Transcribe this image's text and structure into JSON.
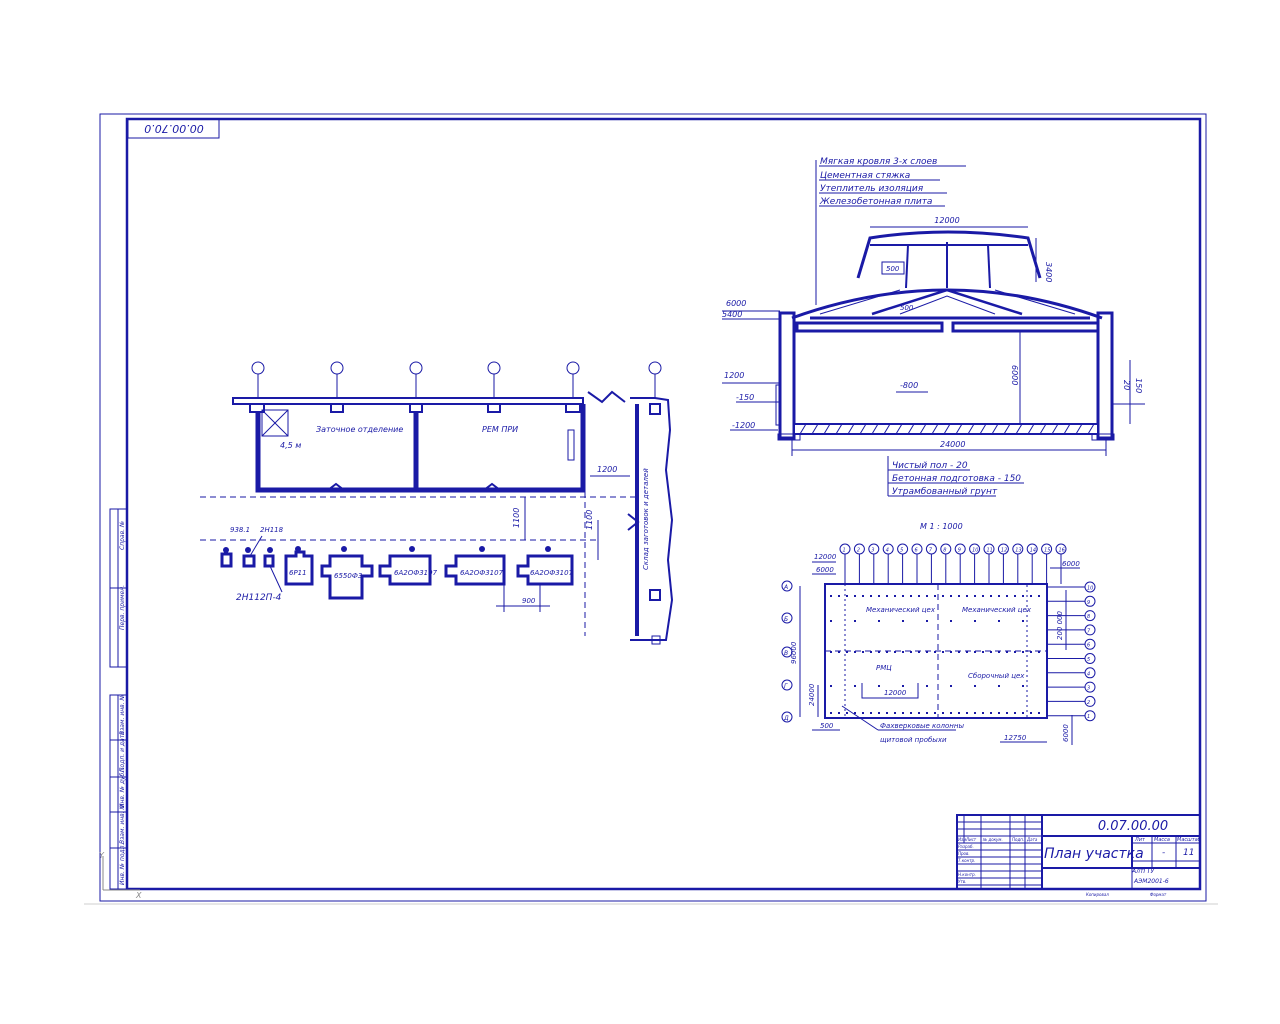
{
  "doc_code_corner": "00.00.70.0",
  "section": {
    "layers": [
      "Мягкая кровля 3-х слоев",
      "Цементная стяжка",
      "Утеплитель изоляция",
      "Железобетонная плита"
    ],
    "dims": {
      "span_top": "12000",
      "height_truss": "3400",
      "d500a": "500",
      "d500b": "500",
      "lvl_6000": "6000",
      "lvl_5400": "5400",
      "h_6000": "6000",
      "lvl_1200": "1200",
      "lvl_m150": "-150",
      "lvl_m1200": "-1200",
      "lvl_m800": "-800",
      "s20": "20",
      "s150": "150",
      "span_bottom": "24000"
    },
    "floor": [
      "Чистый пол - 20",
      "Бетонная подготовка - 150",
      "Утрамбованный грунт"
    ]
  },
  "plan_left": {
    "rooms": [
      "Заточное отделение",
      "РЕМ ПРИ"
    ],
    "hoist": "4,5 м",
    "dims": {
      "d1200": "1200",
      "d1100a": "1100",
      "d1100b": "1100",
      "d900": "900"
    },
    "machine_labels": [
      "938.1",
      "2Н118",
      "2Н112П-4",
      "6Р11",
      "6550Ф3",
      "6А2ОФ3107",
      "6А2ОФ3107",
      "6А2ОФ3107"
    ],
    "wall_note": "Склад заготовок и деталей"
  },
  "site_plan": {
    "scale": "М 1 : 1000",
    "cols": [
      "1",
      "2",
      "3",
      "4",
      "5",
      "6",
      "7",
      "8",
      "9",
      "10",
      "11",
      "12",
      "13",
      "14",
      "15",
      "16"
    ],
    "rows": [
      "А",
      "Б",
      "В",
      "Г",
      "Д"
    ],
    "right_rows": [
      "1",
      "2",
      "3",
      "4",
      "5",
      "6",
      "7",
      "8",
      "9",
      "10"
    ],
    "shops": [
      "Механический цех",
      "Механический цех",
      "РМЦ",
      "Сборочный цех"
    ],
    "dims": {
      "d12000": "12000",
      "d6000a": "6000",
      "d6000b": "6000",
      "d96000": "96000",
      "d24000": "24000",
      "d12000b": "12000",
      "d500": "500",
      "d12750": "12750",
      "d6000c": "6000",
      "d200000": "200 000"
    },
    "leader": [
      "Фахверковые колонны",
      "щитовой пробыхи"
    ]
  },
  "title_block": {
    "code": "0.07.00.00",
    "title": "План участка",
    "lit": "Лит",
    "mass": "Масса",
    "scale": "Масштаб",
    "sheet_count": "11",
    "dash": "-",
    "org1": "АлтГТУ",
    "org2": "АЭМ2001-6",
    "sheet": "Лист",
    "format": "Формат",
    "copied": "Копировал",
    "roles": [
      "Разраб.",
      "Пров.",
      "Т.контр.",
      "Н.контр.",
      "Утв."
    ],
    "header_cells": [
      "Изм",
      "Лист",
      "№ докум.",
      "Подп.",
      "Дата"
    ]
  },
  "side_stamp": [
    "Взам. инв. №",
    "Подп. и дата",
    "Инв. № дубл.",
    "Взам. инв. №",
    "Подп. и дата",
    "Инв. № подл.",
    "Перв. примен.",
    "Справ. №"
  ]
}
